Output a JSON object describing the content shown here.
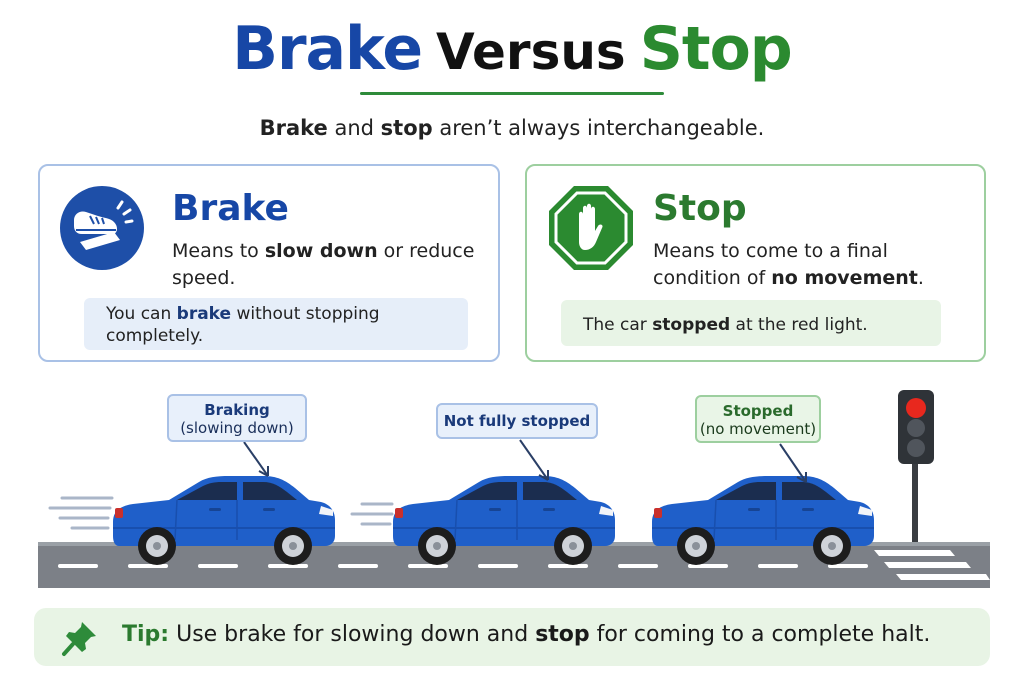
{
  "title": {
    "word1": "Brake",
    "word2": "Versus",
    "word3": "Stop"
  },
  "subtitle": {
    "b1": "Brake",
    "t1": " and ",
    "b2": "stop",
    "t2": " aren’t always interchangeable."
  },
  "brake_card": {
    "heading": "Brake",
    "desc": {
      "t1": "Means to ",
      "b1": "slow down",
      "t2": " or reduce speed."
    },
    "example": {
      "t1": "You can ",
      "b1": "brake",
      "t2": " without stopping completely."
    },
    "icon": "foot-on-brake-pedal-icon"
  },
  "stop_card": {
    "heading": "Stop",
    "desc": {
      "t1": "Means to come to a final condition of ",
      "b1": "no movement",
      "t2": "."
    },
    "example": {
      "t1": "The car ",
      "b1": "stopped",
      "t2": " at the red light."
    },
    "icon": "stop-hand-octagon-icon"
  },
  "callouts": {
    "braking": {
      "main": "Braking",
      "sub": "(slowing down)"
    },
    "not_fully": {
      "main": "Not fully stopped"
    },
    "stopped": {
      "main": "Stopped",
      "sub": "(no movement)"
    }
  },
  "tip": {
    "label": "Tip:",
    "t1": " Use brake for slowing down and ",
    "b1": "stop",
    "t2": " for coming to a complete halt.",
    "icon": "pushpin-icon"
  },
  "colors": {
    "brake_blue": "#1747a6",
    "stop_green": "#2b8a30",
    "car_blue": "#1f5fc9",
    "traffic_red": "#e8281e"
  }
}
